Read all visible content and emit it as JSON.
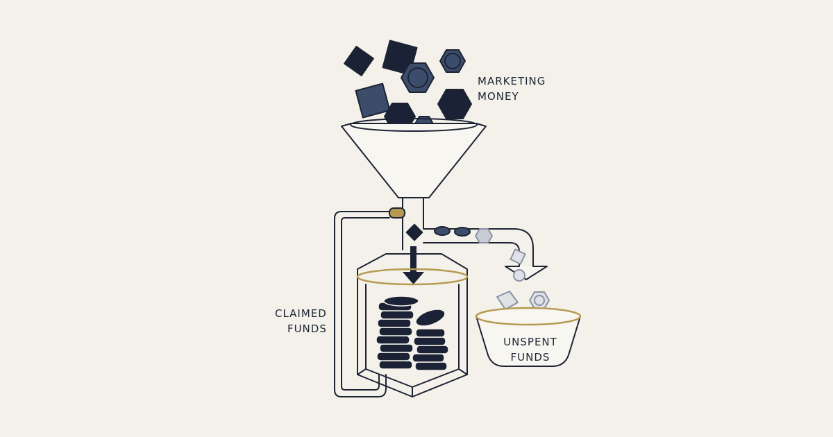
{
  "labels": {
    "marketing": {
      "line1": "MARKETING",
      "line2": "MONEY"
    },
    "claimed": {
      "line1": "CLAIMED",
      "line2": "FUNDS"
    },
    "unspent": {
      "line1": "UNSPENT",
      "line2": "FUNDS"
    }
  },
  "colors": {
    "background": "#f3f1ea",
    "ink": "#1c2333",
    "navy_dark": "#1b2236",
    "navy_mid": "#3c4d6b",
    "gold_accent": "#b79a52",
    "gray_light": "#c8ccd4"
  }
}
